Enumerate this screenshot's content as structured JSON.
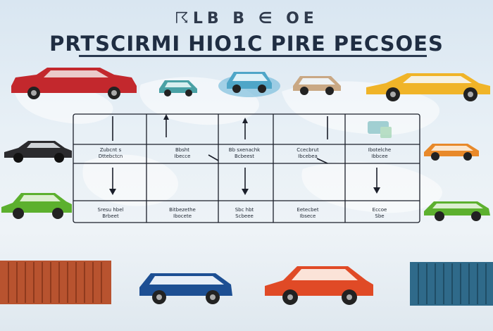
{
  "header": {
    "title_line1": "☈LB B ∈ OE",
    "title_line2": "PRTSCIRMI HIO1C PIRE PECSOES"
  },
  "top_row_labels": [
    [
      "Zubcnt s",
      "Dttebctcn"
    ],
    [
      "Bbsht",
      "Ibecce"
    ],
    [
      "Bb sxenachk",
      "Bcbeest"
    ],
    [
      "Ccecbrut",
      "Ibcebea"
    ],
    [
      "Ibotelche",
      "Ibbcee"
    ]
  ],
  "bottom_row_labels": [
    [
      "Sresu hbel",
      "Brbeet"
    ],
    [
      "Bitbezethe",
      "Ibocete"
    ],
    [
      "Sbc hbt",
      "Scbeee"
    ],
    [
      "Eetecbet",
      "Ibsece"
    ],
    [
      "Eccoe",
      "Sbe"
    ]
  ],
  "colors": {
    "grid": "#1b1f2a",
    "red_car": "#c3282d",
    "teal_car": "#4aa1a5",
    "yellow_car": "#f0b428",
    "orange_car": "#e8892a",
    "green_car": "#5cb02e",
    "blue_car": "#1d4f93",
    "red_container": "#b8532f",
    "blue_container": "#2f6a8a"
  }
}
